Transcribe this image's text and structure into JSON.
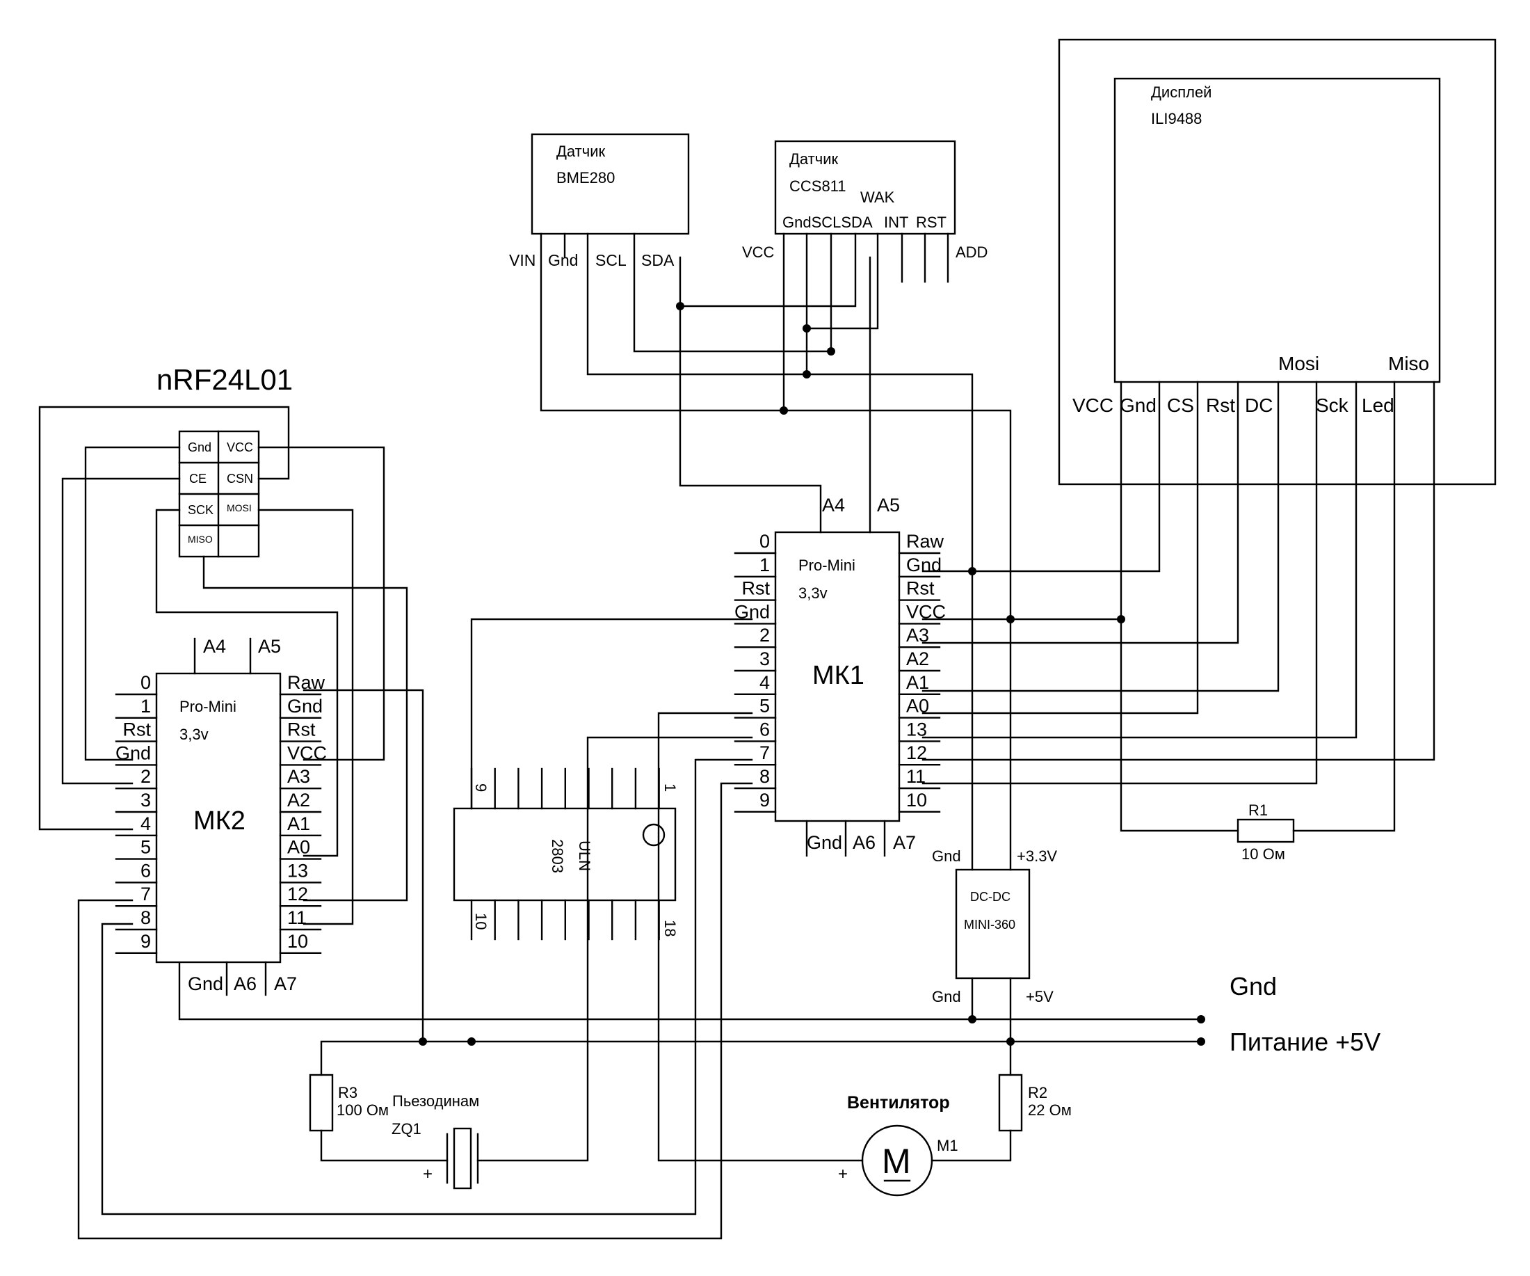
{
  "display": {
    "title": "Дисплей",
    "model": "ILI9488",
    "upper_pins": [
      "Mosi",
      "Miso"
    ],
    "pins": [
      "VCC",
      "Gnd",
      "CS",
      "Rst",
      "DC",
      "Sck",
      "Led"
    ]
  },
  "bme280": {
    "title": "Датчик",
    "model": "BME280",
    "pins": [
      "VIN",
      "Gnd",
      "SCL",
      "SDA"
    ]
  },
  "ccs811": {
    "title": "Датчик",
    "model": "CCS811",
    "wak": "WAK",
    "pins": [
      "GndSCLSDA",
      "INT",
      "RST"
    ],
    "vcc": "VCC",
    "add": "ADD"
  },
  "nrf": {
    "title": "nRF24L01",
    "pins": [
      "Gnd",
      "VCC",
      "CE",
      "CSN",
      "SCK",
      "MOSI",
      "MISO"
    ]
  },
  "mk1": {
    "name": "МК1",
    "board": "Pro-Mini",
    "voltage": "3,3v",
    "left": [
      "0",
      "1",
      "Rst",
      "Gnd",
      "2",
      "3",
      "4",
      "5",
      "6",
      "7",
      "8",
      "9"
    ],
    "right": [
      "Raw",
      "Gnd",
      "Rst",
      "VCC",
      "A3",
      "A2",
      "A1",
      "A0",
      "13",
      "12",
      "11",
      "10"
    ],
    "top": [
      "A4",
      "A5"
    ],
    "bottom": [
      "Gnd",
      "A6",
      "A7"
    ]
  },
  "mk2": {
    "name": "МК2",
    "board": "Pro-Mini",
    "voltage": "3,3v",
    "left": [
      "0",
      "1",
      "Rst",
      "Gnd",
      "2",
      "3",
      "4",
      "5",
      "6",
      "7",
      "8",
      "9"
    ],
    "right": [
      "Raw",
      "Gnd",
      "Rst",
      "VCC",
      "A3",
      "A2",
      "A1",
      "A0",
      "13",
      "12",
      "11",
      "10"
    ],
    "top": [
      "A4",
      "A5"
    ],
    "bottom": [
      "Gnd",
      "A6",
      "A7"
    ]
  },
  "uln": {
    "name": "ULN",
    "number": "2803",
    "pin9": "9",
    "pin1": "1",
    "pin10": "10",
    "pin18": "18"
  },
  "dcdc": {
    "line1": "DC-DC",
    "line2": "MINI-360",
    "in_gnd": "Gnd",
    "in_v": "+3.3V",
    "out_gnd": "Gnd",
    "out_v": "+5V"
  },
  "r1": {
    "name": "R1",
    "value": "10 Ом"
  },
  "r2": {
    "name": "R2",
    "value": "22 Ом"
  },
  "r3": {
    "name": "R3",
    "value": "100 Ом"
  },
  "buzzer": {
    "title": "Пьезодинам",
    "ref": "ZQ1",
    "plus": "+"
  },
  "fan": {
    "title": "Вентилятор",
    "symbol": "M",
    "ref": "M1",
    "plus": "+"
  },
  "rails": {
    "gnd": "Gnd",
    "power": "Питание +5V"
  }
}
